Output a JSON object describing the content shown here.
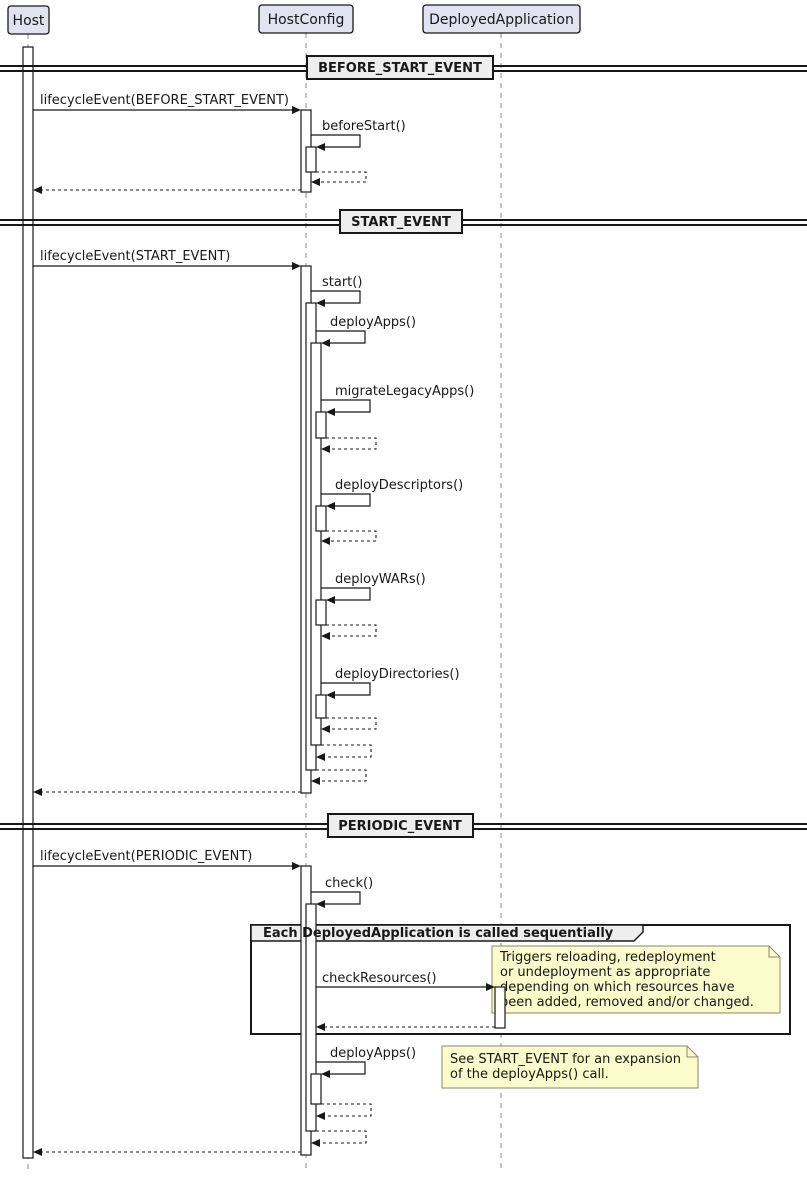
{
  "participants": [
    {
      "name": "Host"
    },
    {
      "name": "HostConfig"
    },
    {
      "name": "DeployedApplication"
    }
  ],
  "dividers": [
    {
      "label": "BEFORE_START_EVENT"
    },
    {
      "label": "START_EVENT"
    },
    {
      "label": "PERIODIC_EVENT"
    }
  ],
  "messages": {
    "lifecycle_before_start": "lifecycleEvent(BEFORE_START_EVENT)",
    "before_start": "beforeStart()",
    "lifecycle_start": "lifecycleEvent(START_EVENT)",
    "start": "start()",
    "deploy_apps": "deployApps()",
    "migrate_legacy_apps": "migrateLegacyApps()",
    "deploy_descriptors": "deployDescriptors()",
    "deploy_wars": "deployWARs()",
    "deploy_directories": "deployDirectories()",
    "lifecycle_periodic": "lifecycleEvent(PERIODIC_EVENT)",
    "check": "check()",
    "check_resources": "checkResources()",
    "deploy_apps_periodic": "deployApps()"
  },
  "group": {
    "label": "Each DeployedApplication is called sequentially"
  },
  "notes": [
    {
      "lines": [
        "Triggers reloading, redeployment",
        "or undeployment as appropriate",
        "depending on which resources have",
        "been added, removed and/or changed."
      ]
    },
    {
      "lines": [
        "See START_EVENT for an expansion",
        "of the deployApps() call."
      ]
    }
  ],
  "colors": {
    "participant_fill": "#E2E2F0",
    "divider_fill": "#EEEEEE",
    "group_header_fill": "#EEEEEE",
    "note_fill": "#FBFBCB",
    "line": "#181818",
    "lifeline": "#888888"
  }
}
